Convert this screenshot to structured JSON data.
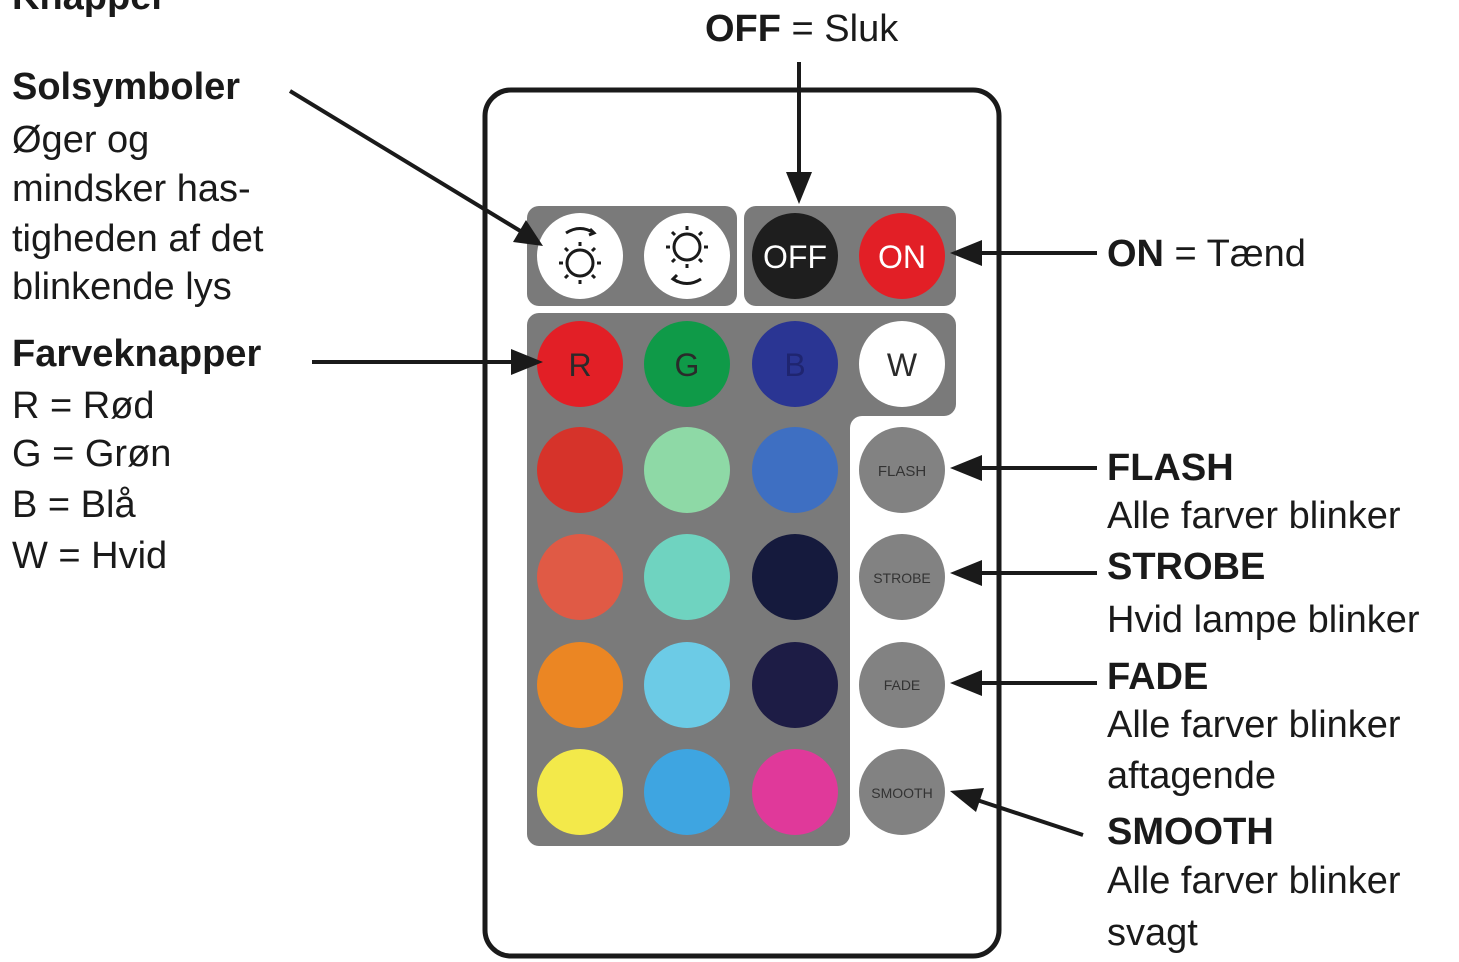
{
  "header_cut": "Knapper",
  "off_label": {
    "key": "OFF",
    "eq": " = Sluk"
  },
  "on_label": {
    "key": "ON",
    "eq": " = Tænd"
  },
  "solsymboler": {
    "title": "Solsymboler",
    "lines": [
      "Øger og",
      "mindsker has-",
      "tigheden af det",
      "blinkende lys"
    ]
  },
  "farveknapper": {
    "title": "Farveknapper",
    "lines": [
      "R = Rød",
      "G = Grøn",
      "B = Blå",
      "W = Hvid"
    ]
  },
  "flash": {
    "title": "FLASH",
    "lines": [
      "Alle farver blinker"
    ]
  },
  "strobe": {
    "title": "STROBE",
    "lines": [
      "Hvid lampe blinker"
    ]
  },
  "fade": {
    "title": "FADE",
    "lines": [
      "Alle farver blinker",
      "aftagende"
    ]
  },
  "smooth": {
    "title": "SMOOTH",
    "lines": [
      "Alle farver blinker",
      "svagt"
    ]
  },
  "remote": {
    "buttons": {
      "off": "OFF",
      "on": "ON",
      "r": "R",
      "g": "G",
      "b": "B",
      "w": "W",
      "flash": "FLASH",
      "strobe": "STROBE",
      "fade": "FADE",
      "smooth": "SMOOTH"
    },
    "colors": {
      "body": "#ffffff",
      "panel": "#7a7a7a",
      "r": "#e21f26",
      "g": "#0f9a48",
      "b": "#2a3593",
      "w": "#ffffff",
      "off": "#1e1e1e",
      "on": "#e21f26",
      "row1": [
        "#d6332a",
        "#8ed9a6",
        "#3e6fc2"
      ],
      "row2": [
        "#e05a45",
        "#6fd3c0",
        "#151a3d"
      ],
      "row3": [
        "#eb8623",
        "#6ccbe6",
        "#1d1c45"
      ],
      "row4": [
        "#f3e94a",
        "#3ea5e1",
        "#e0399a"
      ],
      "effect": "#828282"
    }
  }
}
